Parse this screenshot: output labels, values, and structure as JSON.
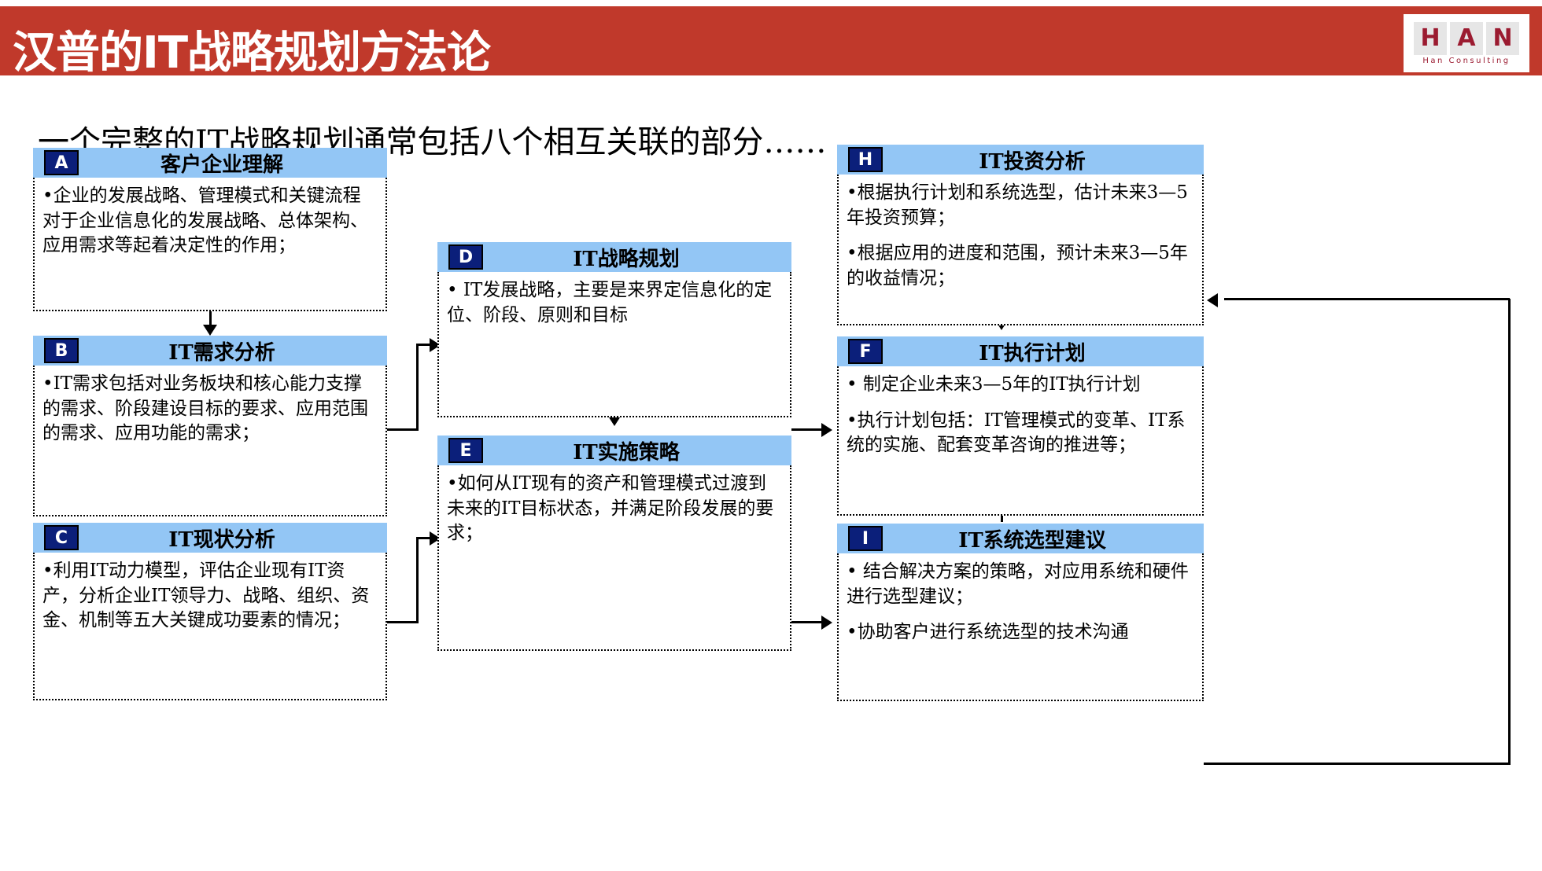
{
  "header": {
    "title": "汉普的IT战略规划方法论",
    "bar_color": "#C0392B",
    "logo": {
      "letters": [
        "H",
        "A",
        "N"
      ],
      "subtitle": "Han  Consulting"
    }
  },
  "subtitle": "一个完整的IT战略规划通常包括八个相互关联的部分……",
  "palette": {
    "header_bar": "#C0392B",
    "node_head": "#93C6F5",
    "badge": "#0B1F7A",
    "text": "#000000"
  },
  "nodes": [
    {
      "id": "A",
      "badge": "A",
      "title": "客户企业理解",
      "bullets": [
        "•企业的发展战略、管理模式和关键流程对于企业信息化的发展战略、总体架构、应用需求等起着决定性的作用；"
      ]
    },
    {
      "id": "B",
      "badge": "B",
      "title": "IT需求分析",
      "bullets": [
        "•IT需求包括对业务板块和核心能力支撑的需求、阶段建设目标的要求、应用范围的需求、应用功能的需求；"
      ]
    },
    {
      "id": "C",
      "badge": "C",
      "title": "IT现状分析",
      "bullets": [
        "•利用IT动力模型，评估企业现有IT资产，分析企业IT领导力、战略、组织、资金、机制等五大关键成功要素的情况；"
      ]
    },
    {
      "id": "D",
      "badge": "D",
      "title": "IT战略规划",
      "bullets": [
        "• IT发展战略，主要是来界定信息化的定位、阶段、原则和目标"
      ]
    },
    {
      "id": "E",
      "badge": "E",
      "title": "IT实施策略",
      "bullets": [
        "•如何从IT现有的资产和管理模式过渡到未来的IT目标状态，并满足阶段发展的要求；"
      ]
    },
    {
      "id": "H",
      "badge": "H",
      "title": "IT投资分析",
      "bullets": [
        "•根据执行计划和系统选型，估计未来3—5年投资预算；",
        "•根据应用的进度和范围，预计未来3—5年的收益情况；"
      ]
    },
    {
      "id": "F",
      "badge": "F",
      "title": "IT执行计划",
      "bullets": [
        "• 制定企业未来3—5年的IT执行计划",
        "•执行计划包括：IT管理模式的变革、IT系统的实施、配套变革咨询的推进等；"
      ]
    },
    {
      "id": "I",
      "badge": "I",
      "title": "IT系统选型建议",
      "bullets": [
        "• 结合解决方案的策略，对应用系统和硬件进行选型建议；",
        "•协助客户进行系统选型的技术沟通"
      ]
    }
  ]
}
